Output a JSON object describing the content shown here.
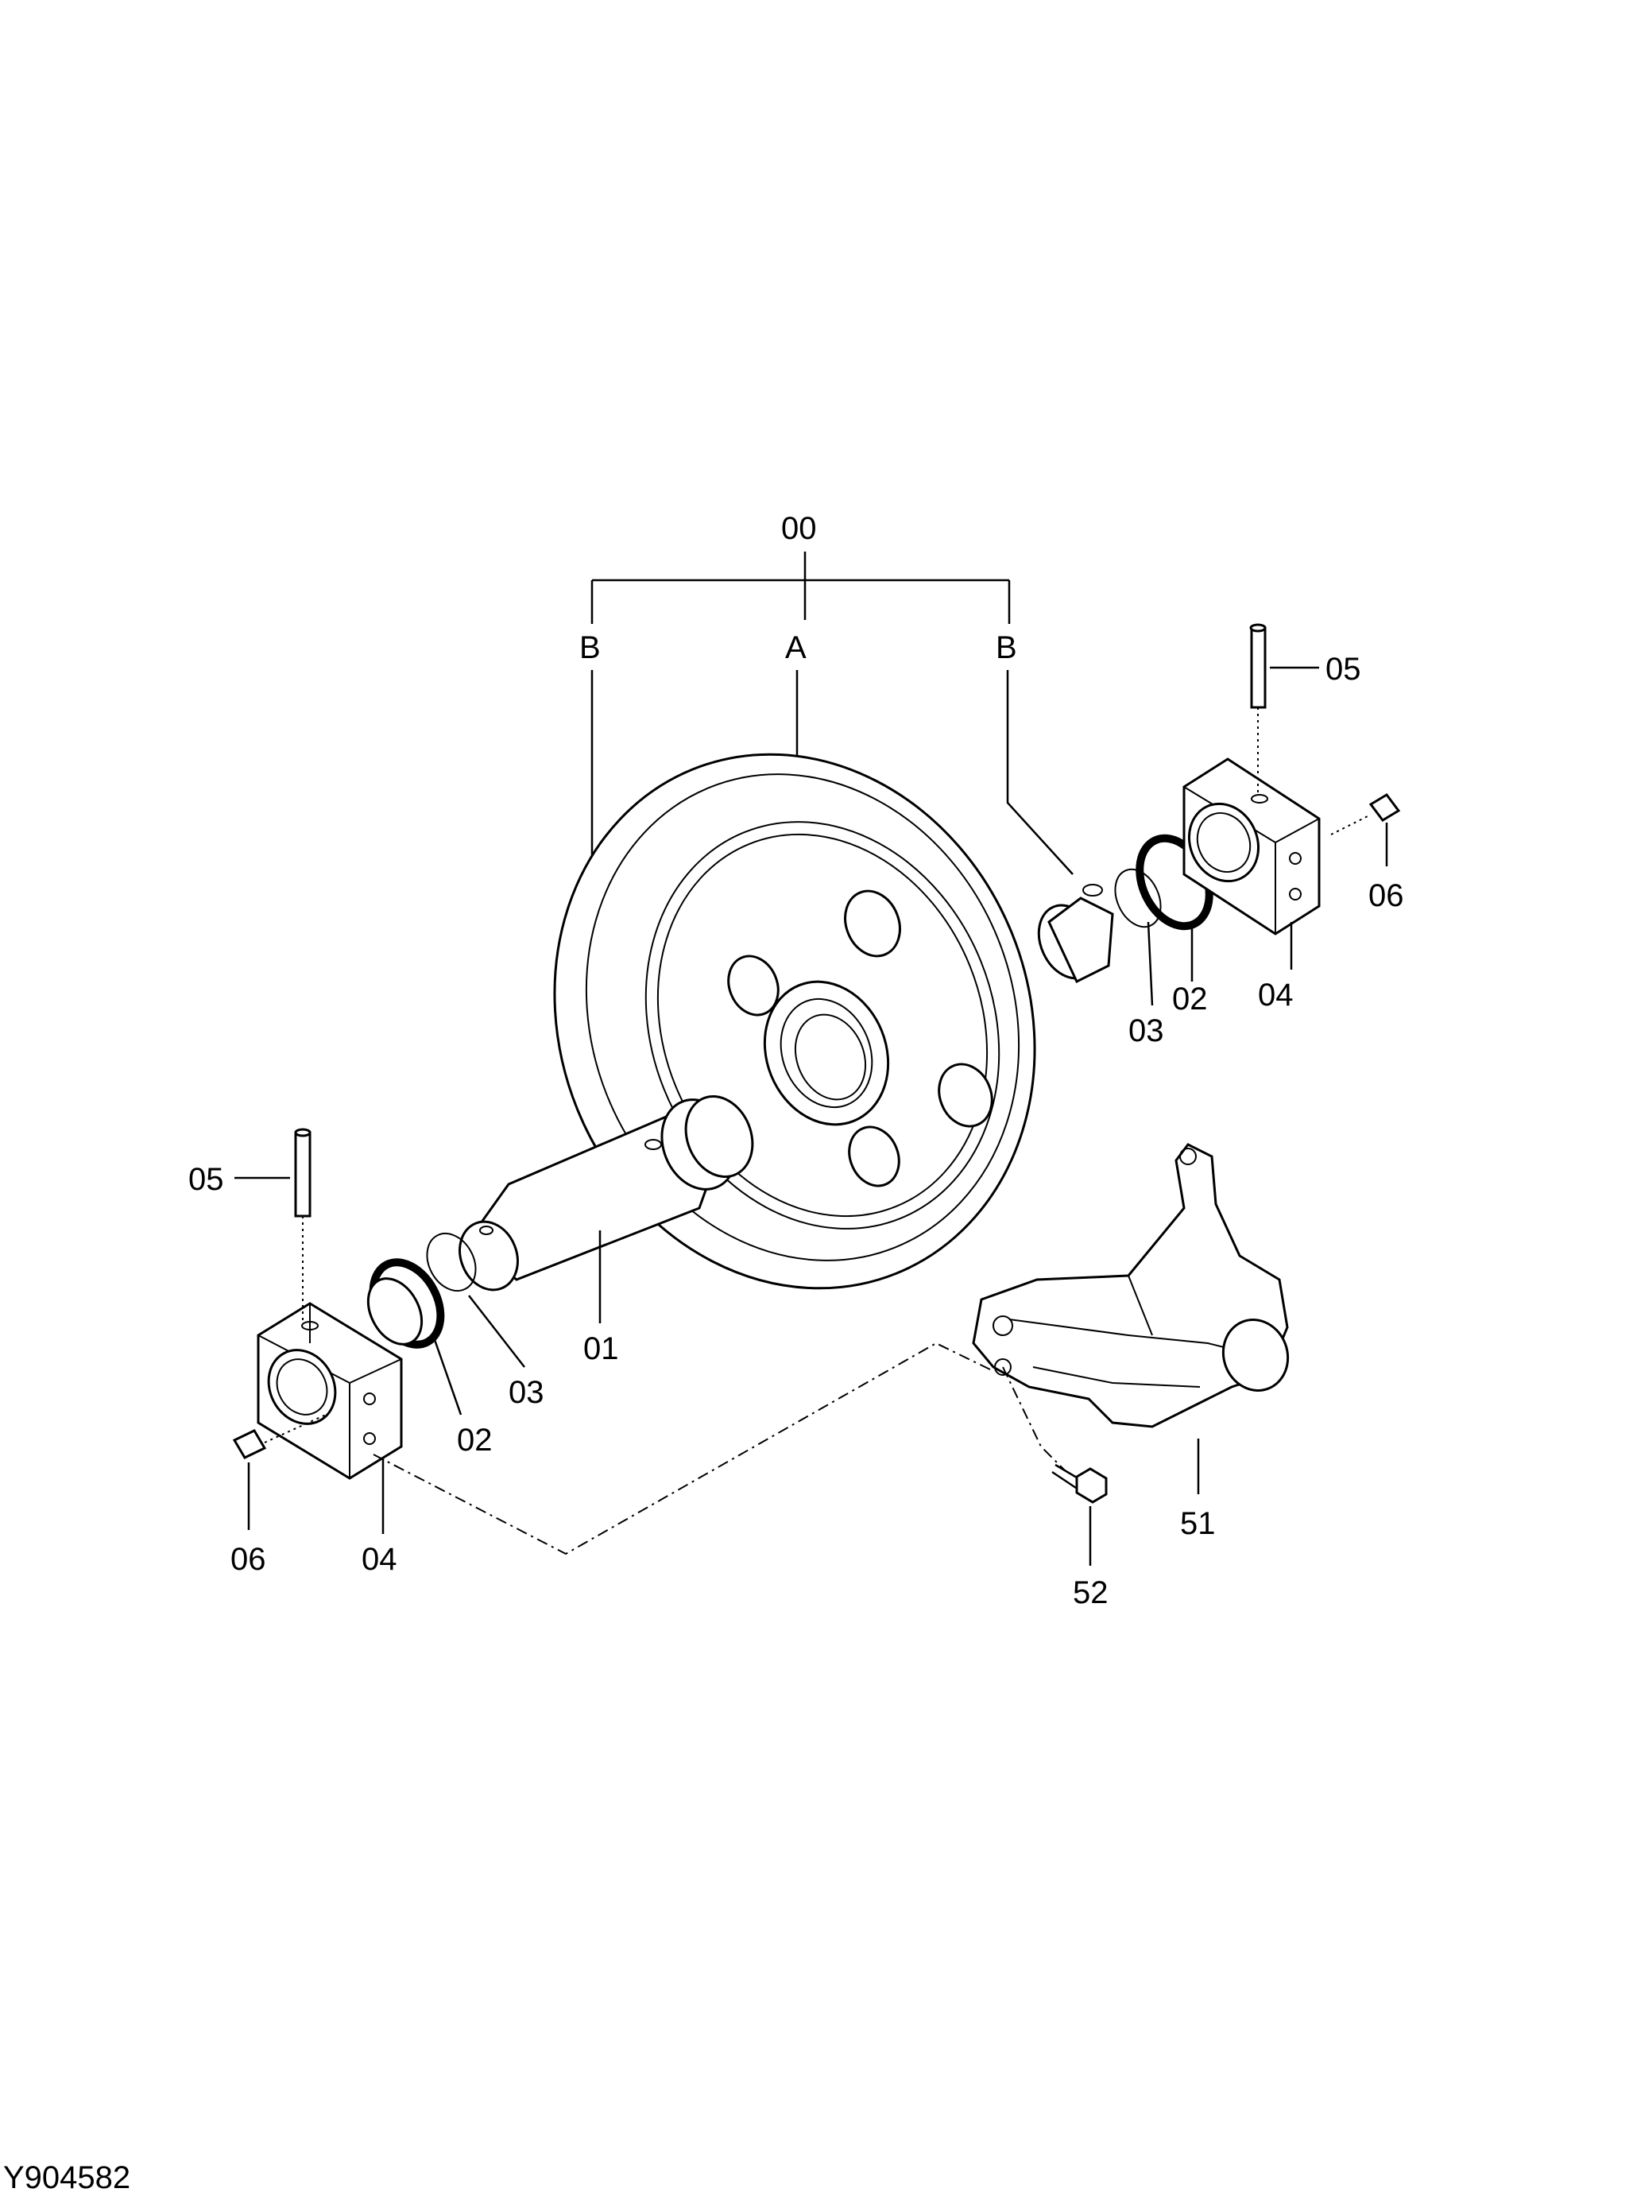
{
  "figure_code": "Y904582",
  "callouts": {
    "assembly": "00",
    "group_a": "A",
    "group_b_left": "B",
    "group_b_right": "B",
    "shaft": "01",
    "seal_left": "02",
    "seal_right": "02",
    "oring_left": "03",
    "oring_right": "03",
    "bearing_left": "04",
    "bearing_right": "04",
    "pin_left": "05",
    "pin_right": "05",
    "plug_left": "06",
    "plug_right": "06",
    "yoke": "51",
    "bolt": "52"
  }
}
